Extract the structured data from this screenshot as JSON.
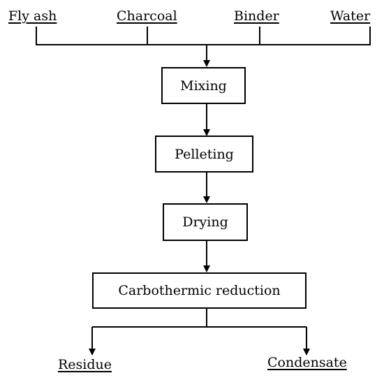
{
  "inputs": {
    "fly_ash": "Fly ash",
    "charcoal": "Charcoal",
    "binder": "Binder",
    "water": "Water"
  },
  "steps": {
    "mixing": "Mixing",
    "pelleting": "Pelleting",
    "drying": "Drying",
    "carbothermic_reduction": "Carbothermic reduction"
  },
  "outputs": {
    "residue": "Residue",
    "condensate": "Condensate"
  }
}
